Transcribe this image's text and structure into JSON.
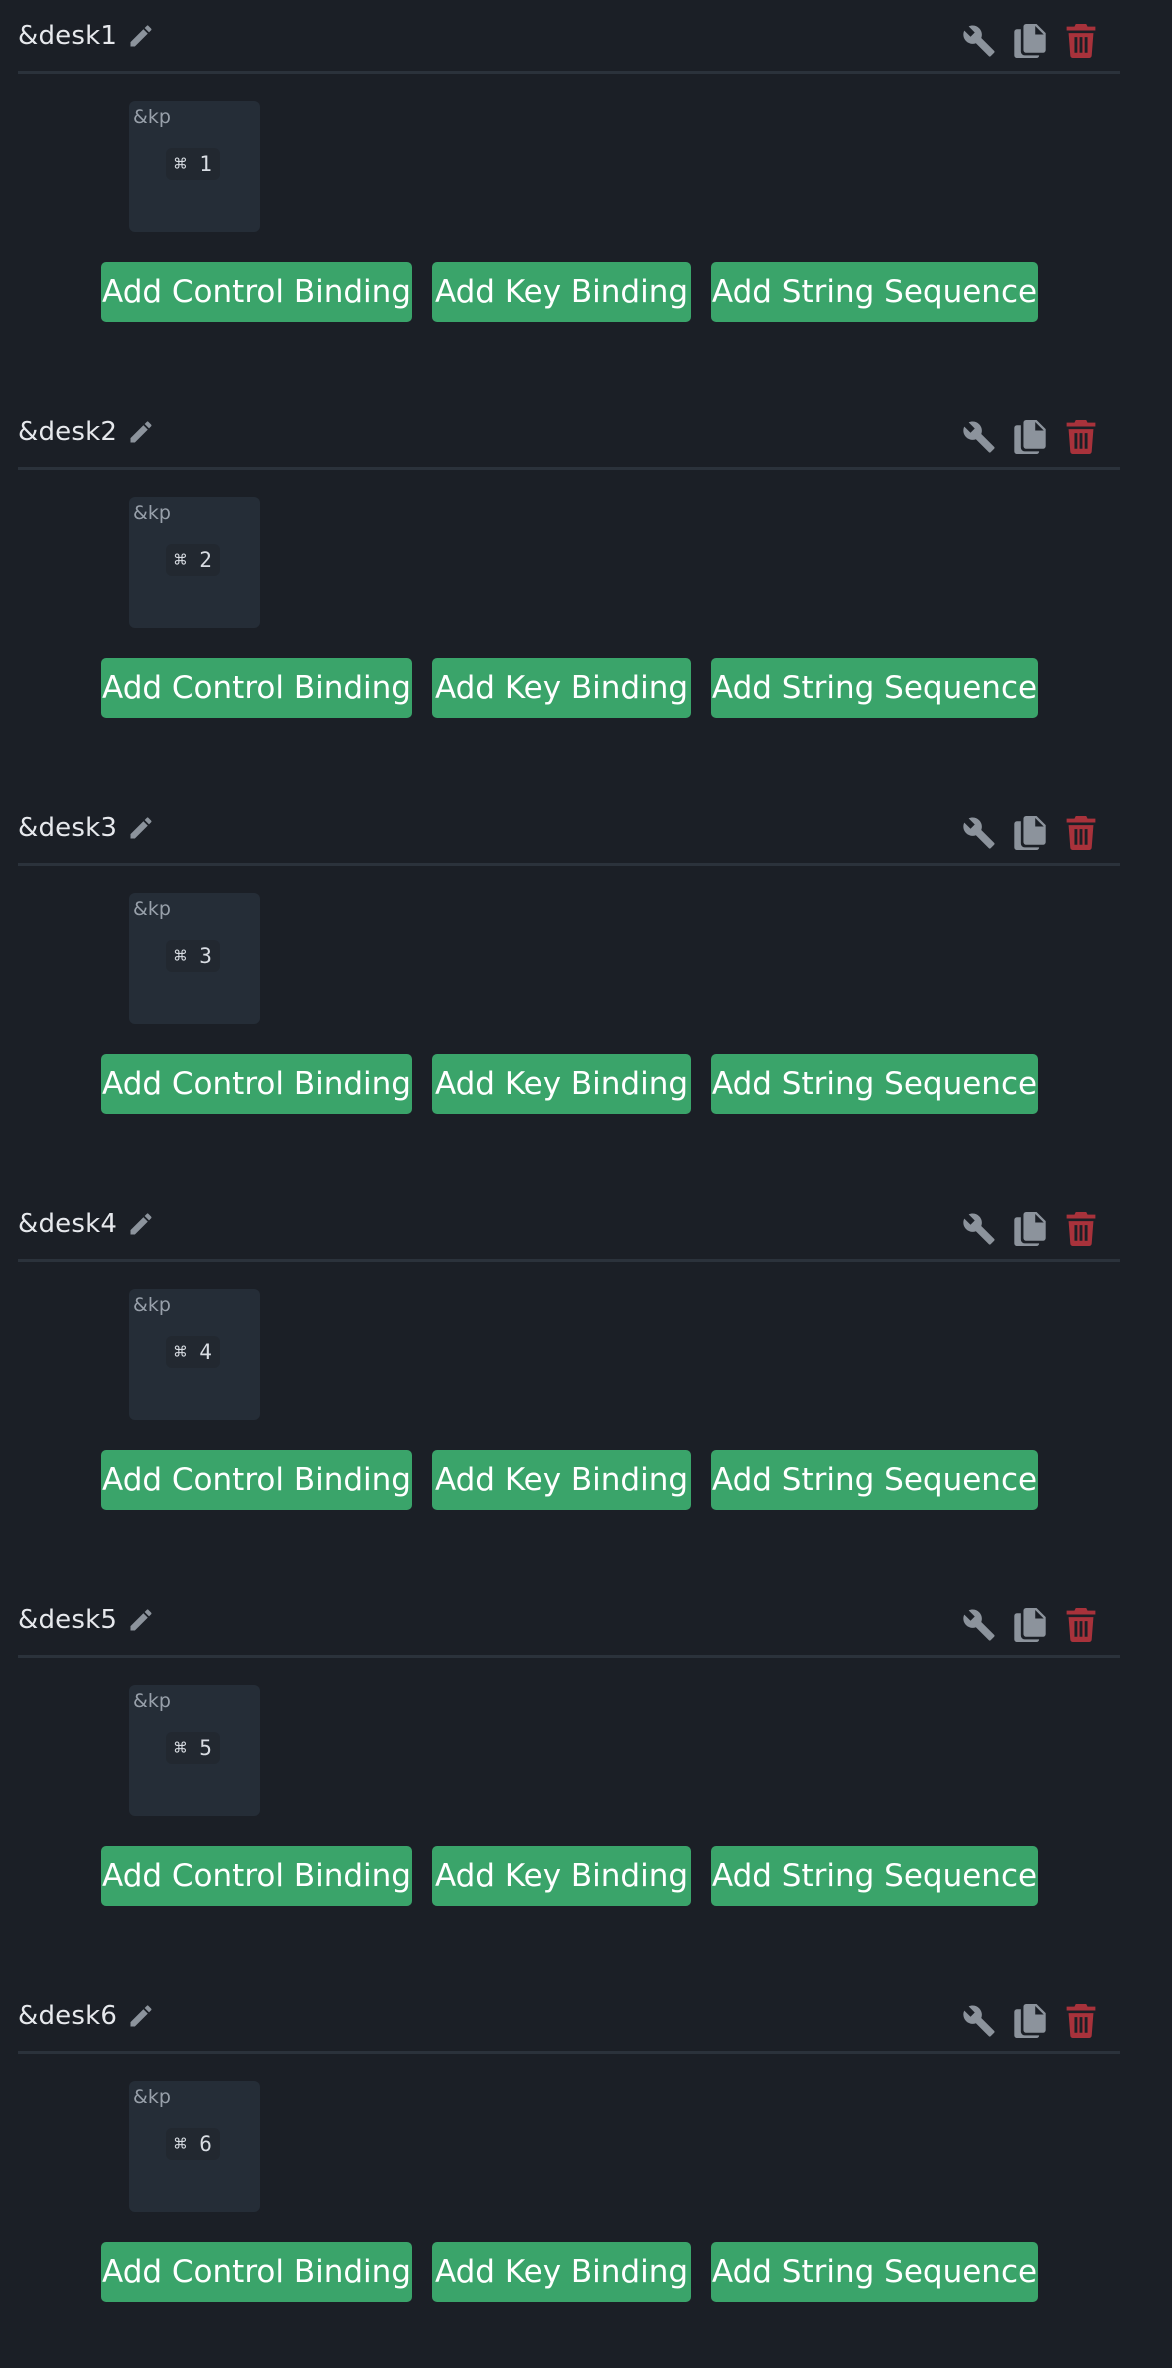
{
  "colors": {
    "background": "#1b1f26",
    "button_green": "#3aa46a",
    "delete_red": "#a8323b",
    "icon_gray": "#8c939c"
  },
  "icons": {
    "edit": "pencil-icon",
    "configure": "wrench-icon",
    "duplicate": "copy-icon",
    "delete": "trash-icon"
  },
  "macros": [
    {
      "name": "&desk1",
      "binding": {
        "type": "&kp",
        "key": "⌘ 1"
      },
      "buttons": {
        "control": "Add Control Binding",
        "key": "Add Key Binding",
        "string": "Add String Sequence"
      }
    },
    {
      "name": "&desk2",
      "binding": {
        "type": "&kp",
        "key": "⌘ 2"
      },
      "buttons": {
        "control": "Add Control Binding",
        "key": "Add Key Binding",
        "string": "Add String Sequence"
      }
    },
    {
      "name": "&desk3",
      "binding": {
        "type": "&kp",
        "key": "⌘ 3"
      },
      "buttons": {
        "control": "Add Control Binding",
        "key": "Add Key Binding",
        "string": "Add String Sequence"
      }
    },
    {
      "name": "&desk4",
      "binding": {
        "type": "&kp",
        "key": "⌘ 4"
      },
      "buttons": {
        "control": "Add Control Binding",
        "key": "Add Key Binding",
        "string": "Add String Sequence"
      }
    },
    {
      "name": "&desk5",
      "binding": {
        "type": "&kp",
        "key": "⌘ 5"
      },
      "buttons": {
        "control": "Add Control Binding",
        "key": "Add Key Binding",
        "string": "Add String Sequence"
      }
    },
    {
      "name": "&desk6",
      "binding": {
        "type": "&kp",
        "key": "⌘ 6"
      },
      "buttons": {
        "control": "Add Control Binding",
        "key": "Add Key Binding",
        "string": "Add String Sequence"
      }
    }
  ]
}
